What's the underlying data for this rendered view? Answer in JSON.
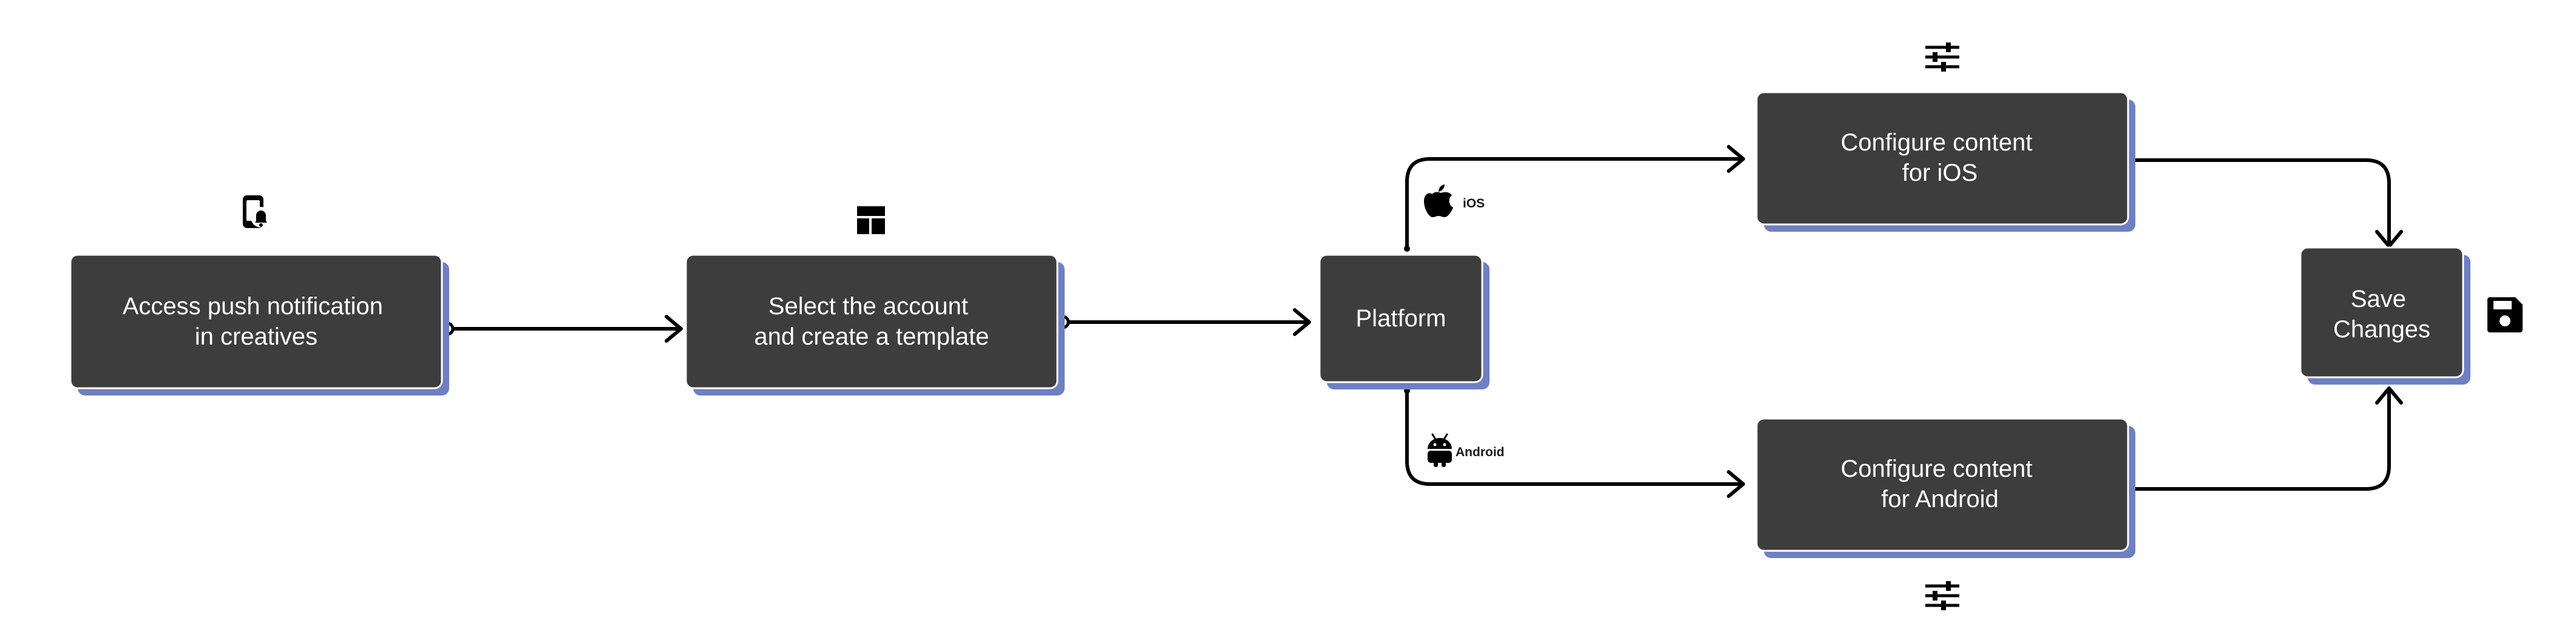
{
  "colors": {
    "node_fill": "#3d3d3d",
    "node_shadow": "#6e7fc4",
    "node_border": "#ffffff",
    "node_text": "#ffffff",
    "connector": "#000000",
    "icon": "#000000"
  },
  "nodes": {
    "access": {
      "line1": "Access push notification",
      "line2": "in creatives",
      "icon": "phone-notification-icon"
    },
    "template": {
      "line1": "Select the account",
      "line2": "and create a template",
      "icon": "layout-template-icon"
    },
    "platform": {
      "label": "Platform"
    },
    "ios": {
      "line1": "Configure content",
      "line2": "for iOS",
      "icon": "sliders-icon"
    },
    "android": {
      "line1": "Configure content",
      "line2": "for Android",
      "icon": "sliders-icon"
    },
    "save": {
      "line1": "Save",
      "line2": "Changes",
      "icon": "floppy-disk-icon"
    }
  },
  "edges": {
    "ios_label": "iOS",
    "ios_icon": "apple-icon",
    "android_label": "Android",
    "android_icon": "android-icon"
  }
}
